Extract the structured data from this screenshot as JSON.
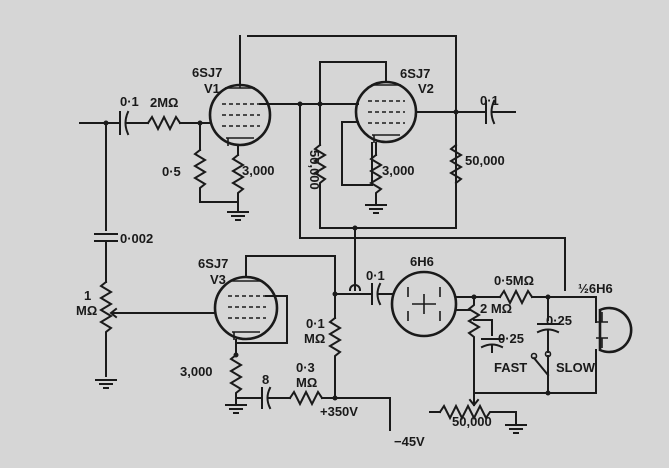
{
  "labels": {
    "v1_type": "6SJ7",
    "v1_name": "V1",
    "v2_type": "6SJ7",
    "v2_name": "V2",
    "v3_type": "6SJ7",
    "v3_name": "V3",
    "diode_type": "6H6",
    "diode2_type": "½6H6",
    "c_in": "0·1",
    "r_2m": "2MΩ",
    "r_grid1": "0·5",
    "r_cath1": "3,000",
    "r_plate1": "50,000",
    "c_coup": "0·1",
    "r_cath2": "3,000",
    "r_plate2": "50,000",
    "c_0002": "0·002",
    "pot_1": "1",
    "pot_m": "MΩ",
    "r_cath3": "3,000",
    "c_8": "8",
    "r_01_a": "0·1",
    "r_01_b": "MΩ",
    "r_03_a": "0·3",
    "r_03_b": "MΩ",
    "plus350": "+350V",
    "c_01_diode": "0·1",
    "r_2m_diode": "2 MΩ",
    "c_025_a": "0·25",
    "r_05m": "0·5MΩ",
    "c_025_b": "0·25",
    "fast": "FAST",
    "slow": "SLOW",
    "pot_50k": "50,000",
    "minus45": "−45V"
  }
}
